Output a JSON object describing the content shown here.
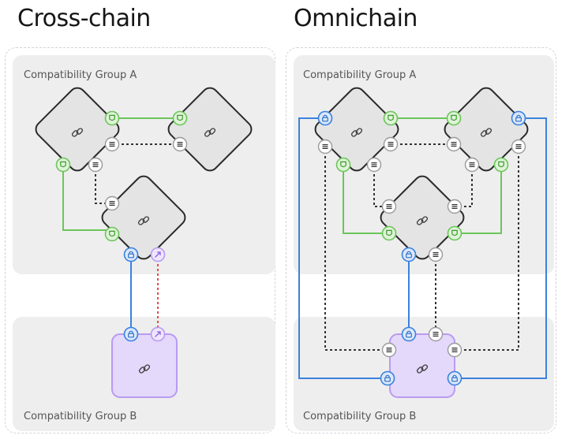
{
  "titles": {
    "left": "Cross-chain",
    "right": "Omnichain"
  },
  "groups": {
    "a_label": "Compatibility Group A",
    "b_label": "Compatibility Group B"
  },
  "colors": {
    "chain_fill": "#e4e4e4",
    "chain_stroke": "#2a2a2a",
    "group_bg": "#eeeeee",
    "purple_fill": "#e4d8fb",
    "purple_stroke": "#b99af2",
    "green": "#6cc55a",
    "blue": "#3b82dd",
    "red": "#e44b4b",
    "dotted": "#333333"
  },
  "icons": {
    "chain": "link-icon",
    "green_port": "shield-icon",
    "blue_port": "lock-icon",
    "purple_port": "arrow-up-right-icon",
    "gray_port": "list-icon"
  }
}
